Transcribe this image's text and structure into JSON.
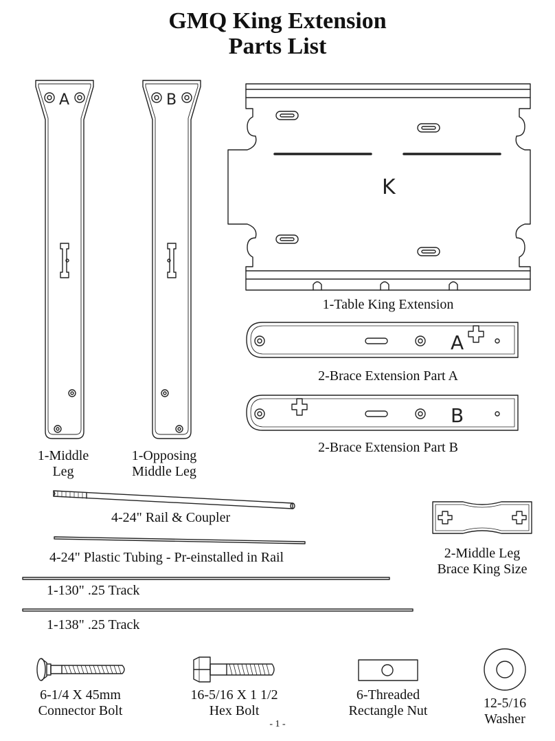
{
  "header": {
    "title_line1": "GMQ King Extension",
    "title_line2": "Parts List"
  },
  "parts": {
    "middle_leg": {
      "label_line1": "1-Middle",
      "label_line2": "Leg",
      "letter": "A"
    },
    "opposing_leg": {
      "label_line1": "1-Opposing",
      "label_line2": "Middle Leg",
      "letter": "B"
    },
    "table_extension": {
      "label": "1-Table King Extension",
      "letter": "K"
    },
    "brace_a": {
      "label": "2-Brace Extension Part A",
      "letter": "A"
    },
    "brace_b": {
      "label": "2-Brace Extension Part B",
      "letter": "B"
    },
    "rail_coupler": {
      "label": "4-24\" Rail & Coupler"
    },
    "plastic_tubing": {
      "label": "4-24\" Plastic Tubing - Pr-einstalled in Rail"
    },
    "middle_leg_brace": {
      "label_line1": "2-Middle Leg",
      "label_line2": "Brace King Size"
    },
    "track_130": {
      "label": "1-130\" .25 Track"
    },
    "track_138": {
      "label": "1-138\" .25 Track"
    },
    "connector_bolt": {
      "label_line1": "6-1/4 X 45mm",
      "label_line2": "Connector Bolt"
    },
    "hex_bolt": {
      "label_line1": "16-5/16 X 1 1/2",
      "label_line2": "Hex Bolt"
    },
    "rect_nut": {
      "label_line1": "6-Threaded",
      "label_line2": "Rectangle Nut"
    },
    "washer": {
      "label_line1": "12-5/16",
      "label_line2": "Washer"
    }
  },
  "footer": {
    "page_number": "- 1 -"
  }
}
